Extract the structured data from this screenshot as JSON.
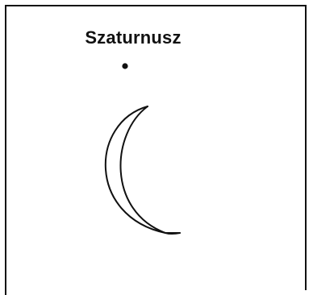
{
  "diagram": {
    "label": "Szaturnusz",
    "ink_color": "#111111",
    "background_color": "#ffffff",
    "elements": [
      {
        "kind": "planet-dot",
        "icon": "filled-circle"
      },
      {
        "kind": "crescent-moon",
        "icon": "crescent"
      }
    ]
  }
}
